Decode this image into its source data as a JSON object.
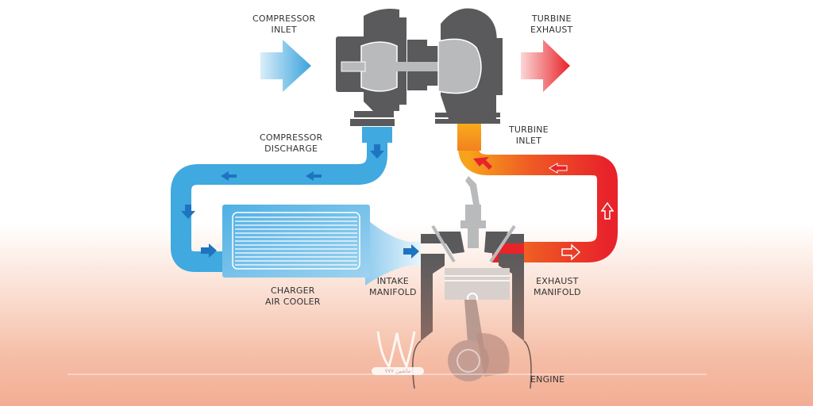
{
  "title": "Turbocharger System Diagram",
  "labels": {
    "compressor_inlet": [
      "COMPRESSOR",
      "INLET"
    ],
    "turbine_exhaust": [
      "TURBINE",
      "EXHAUST"
    ],
    "compressor_discharge": [
      "COMPRESSOR",
      "DISCHARGE"
    ],
    "turbine_inlet": [
      "TURBINE",
      "INLET"
    ],
    "charger_air_cooler": [
      "CHARGER",
      "AIR COOLER"
    ],
    "intake_manifold": [
      "INTAKE",
      "MANIFOLD"
    ],
    "exhaust_manifold": [
      "EXHAUST",
      "MANIFOLD"
    ],
    "engine": "ENGINE"
  },
  "watermark": "۷۷۷ ماشین",
  "colors": {
    "cold_air": "#3fa9e0",
    "cold_air_dark": "#1e74c0",
    "hot_exhaust": "#e8232a",
    "warm_exhaust": "#f7a21b",
    "metal_dark": "#5a5a5c",
    "metal_light": "#b9babc"
  }
}
